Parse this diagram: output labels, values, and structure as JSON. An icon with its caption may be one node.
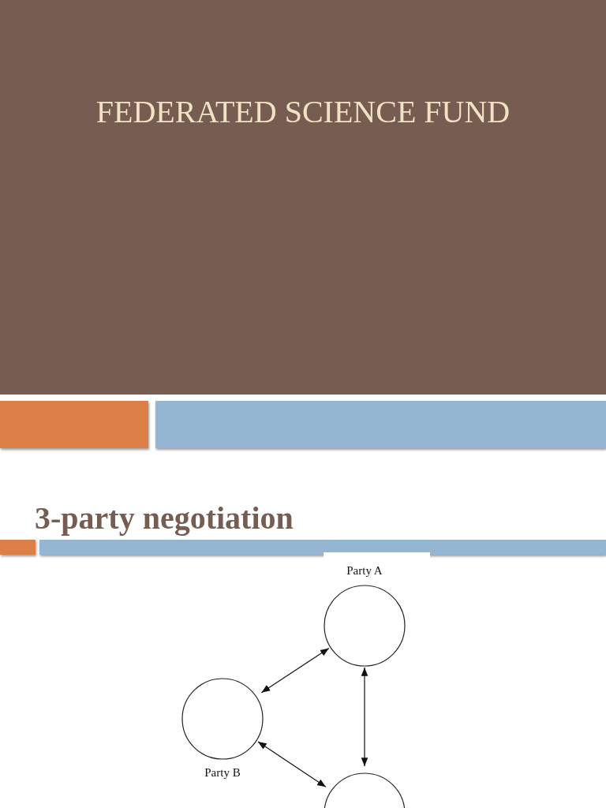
{
  "diagram": {
    "title": "3-party negotiation",
    "nodes": [
      {
        "text": [
          "Party A"
        ]
      },
      {
        "text": [
          "Party B"
        ]
      },
      {
        "text": [],
        "shape": "circle"
      }
    ],
    "edges": [
      {
        "from": 0,
        "to": 1,
        "arrow": "both"
      },
      {
        "from": 0,
        "to": 2,
        "arrow": "both"
      },
      {
        "from": 1,
        "to": 2,
        "arrow": "both"
      }
    ],
    "labels": [
      "FEDERATED SCIENCE FUND"
    ]
  }
}
